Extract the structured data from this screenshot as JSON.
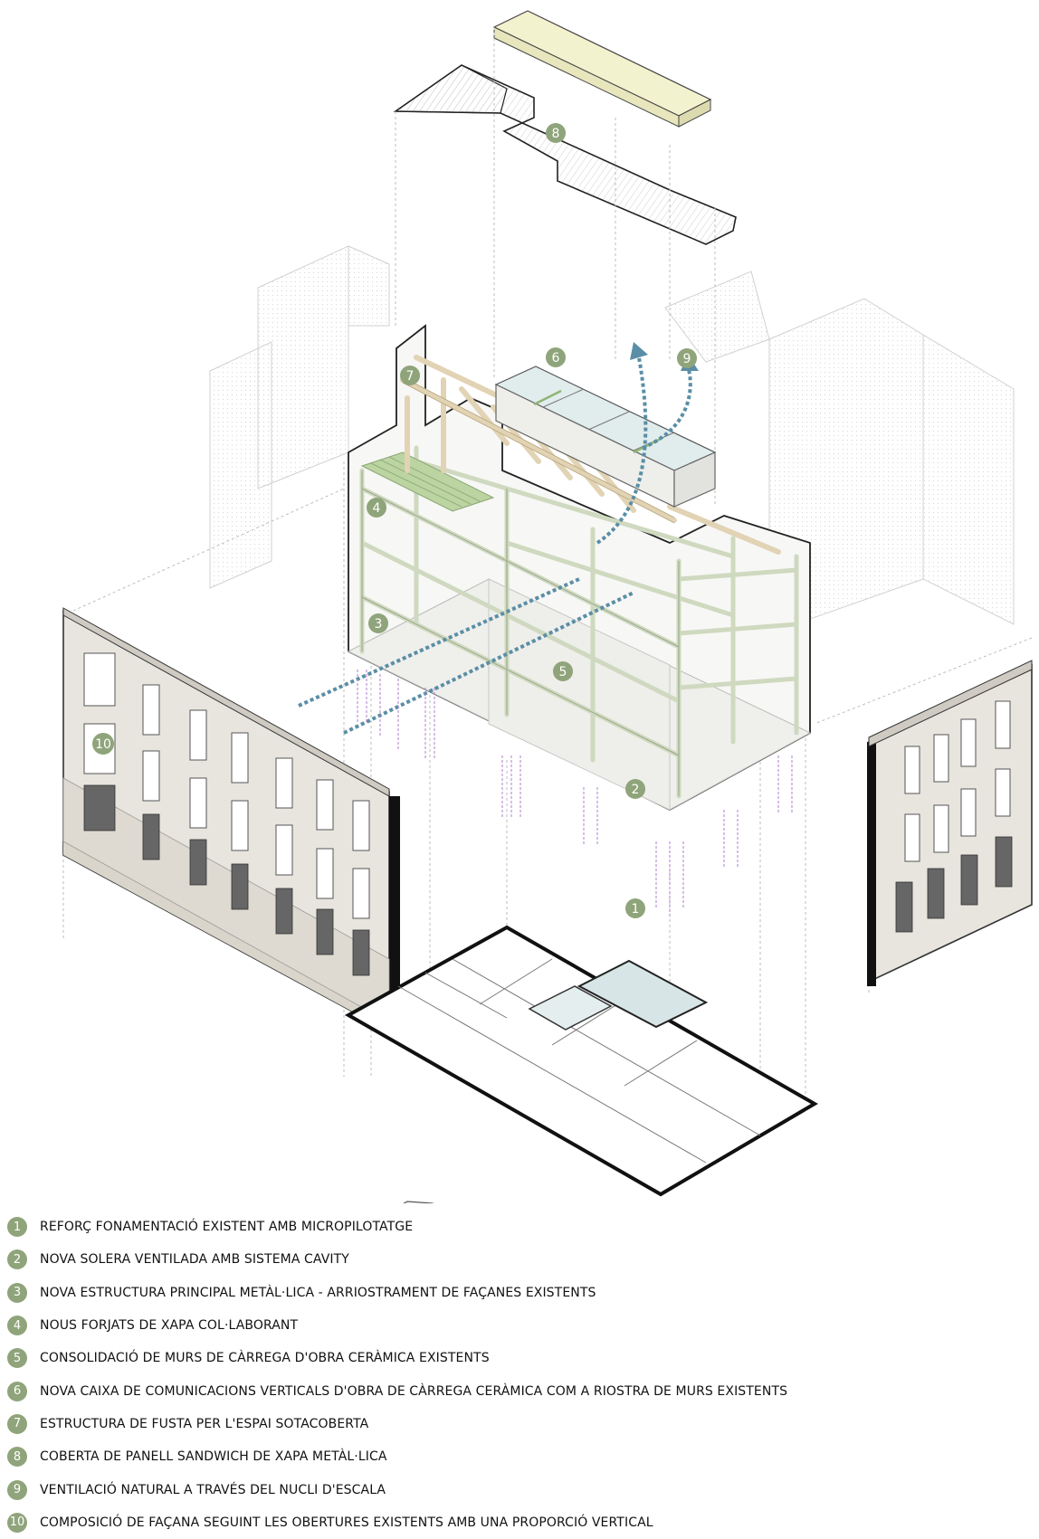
{
  "markers": [
    {
      "id": "1",
      "label": "1"
    },
    {
      "id": "2",
      "label": "2"
    },
    {
      "id": "3",
      "label": "3"
    },
    {
      "id": "4",
      "label": "4"
    },
    {
      "id": "5",
      "label": "5"
    },
    {
      "id": "6",
      "label": "6"
    },
    {
      "id": "7",
      "label": "7"
    },
    {
      "id": "8",
      "label": "8"
    },
    {
      "id": "9",
      "label": "9"
    },
    {
      "id": "10",
      "label": "10"
    }
  ],
  "legend": [
    {
      "number": "1",
      "text": "REFORÇ FONAMENTACIÓ EXISTENT AMB MICROPILOTATGE"
    },
    {
      "number": "2",
      "text": "NOVA SOLERA VENTILADA AMB SISTEMA CAVITY"
    },
    {
      "number": "3",
      "text": "NOVA ESTRUCTURA PRINCIPAL METÀL·LICA - ARRIOSTRAMENT DE FAÇANES EXISTENTS"
    },
    {
      "number": "4",
      "text": "NOUS FORJATS DE XAPA COL·LABORANT"
    },
    {
      "number": "5",
      "text": "CONSOLIDACIÓ DE MURS DE CÀRREGA D'OBRA CERÀMICA EXISTENTS"
    },
    {
      "number": "6",
      "text": "NOVA CAIXA DE COMUNICACIONS VERTICALS D'OBRA DE CÀRREGA CERÀMICA COM A RIOSTRA DE MURS EXISTENTS"
    },
    {
      "number": "7",
      "text": "ESTRUCTURA DE FUSTA PER L'ESPAI SOTACOBERTA"
    },
    {
      "number": "8",
      "text": "COBERTA DE PANELL SANDWICH DE XAPA METÀL·LICA"
    },
    {
      "number": "9",
      "text": "VENTILACIÓ NATURAL A TRAVÉS DEL NUCLI D'ESCALA"
    },
    {
      "number": "10",
      "text": "COMPOSICIÓ DE FAÇANA SEGUINT LES OBERTURES EXISTENTS AMB UNA PROPORCIÓ VERTICAL"
    }
  ],
  "colors": {
    "badge": "#8fa47a",
    "timber": "#e6dcc8",
    "steel_green": "#a9c08f",
    "ventilation": "#5a8ea6",
    "piles": "#b07ccf",
    "roof_panel": "#f3f2cf",
    "facade": "#e8e5de",
    "glass": "#d7e5e6"
  }
}
